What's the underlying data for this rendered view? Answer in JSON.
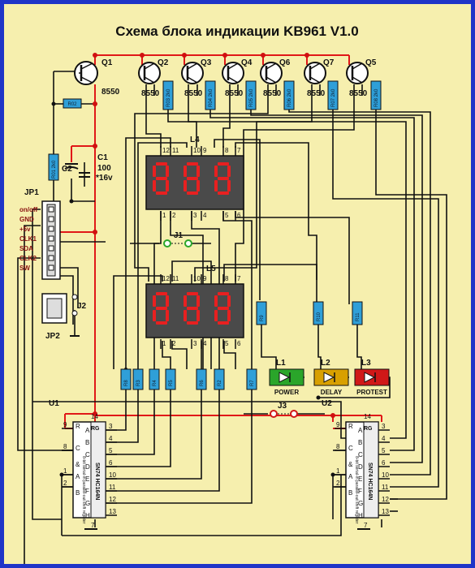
{
  "title": "Схема блока индикации KB961  V1.0",
  "transistors": [
    {
      "ref": "Q1",
      "type": "8550"
    },
    {
      "ref": "Q2",
      "type": "8550"
    },
    {
      "ref": "Q3",
      "type": "8550"
    },
    {
      "ref": "Q4",
      "type": "8550"
    },
    {
      "ref": "Q6",
      "type": "8550"
    },
    {
      "ref": "Q7",
      "type": "8550"
    },
    {
      "ref": "Q5",
      "type": "8550"
    }
  ],
  "base_resistors": [
    "R03 2k0",
    "R04 2k0",
    "R05 2k0",
    "R06 2k0",
    "R07 2k0",
    "R08 2k0"
  ],
  "r01": "R01 2k0",
  "r02": "R02",
  "c1": {
    "ref": "C1",
    "value": "100",
    "voltage": "*16v"
  },
  "c2": "C2",
  "jp1": {
    "ref": "JP1",
    "pins": [
      "on/off",
      "GND",
      "+5v",
      "CLK1",
      "SDA",
      "CLK2",
      "SW"
    ]
  },
  "jp2": "JP2",
  "j1": "J1",
  "j2": "J2",
  "j3": "J3",
  "l4": {
    "ref": "L4",
    "top_pins": [
      "12",
      "11",
      "10",
      "9",
      "8",
      "7"
    ],
    "bottom_pins": [
      "1",
      "2",
      "3",
      "4",
      "5",
      "6"
    ],
    "digits": [
      "8",
      "8",
      "8"
    ]
  },
  "l5": {
    "ref": "L5",
    "top_pins": [
      "12",
      "11",
      "10",
      "9",
      "8",
      "7"
    ],
    "bottom_pins": [
      "1",
      "2",
      "3",
      "4",
      "5",
      "6"
    ],
    "digits": [
      "8",
      "8",
      "8"
    ]
  },
  "segment_resistors": [
    "R8",
    "R3",
    "R4",
    "R5",
    "R6",
    "R2",
    "R7"
  ],
  "led_resistors": [
    "R9",
    "R10",
    "R11"
  ],
  "leds": [
    {
      "ref": "L1",
      "label": "POWER",
      "color": "#2aa52a"
    },
    {
      "ref": "L2",
      "label": "DELAY",
      "color": "#d8a000"
    },
    {
      "ref": "L3",
      "label": "PROTEST",
      "color": "#d01818"
    }
  ],
  "u1": {
    "ref": "U1",
    "chip": "SN74 HC164N",
    "subtitle": "8-bit serial-in parallel-out shift register",
    "rg": "RG",
    "left_pins": [
      "9",
      "8",
      "1",
      "2"
    ],
    "left_names": [
      "R",
      "C",
      "&",
      "A",
      "B"
    ],
    "right_pins": [
      "3",
      "4",
      "5",
      "6",
      "10",
      "11",
      "12",
      "13"
    ],
    "right_names": [
      "A",
      "B",
      "C",
      "D",
      "E",
      "F",
      "G",
      "H"
    ],
    "vcc": "14",
    "gnd": "7"
  },
  "u2": {
    "ref": "U2",
    "chip": "SN74 HC164N",
    "subtitle": "8-bit serial-in parallel-out shift register",
    "rg": "RG",
    "left_pins": [
      "9",
      "8",
      "1",
      "2"
    ],
    "left_names": [
      "R",
      "C",
      "&",
      "A",
      "B"
    ],
    "right_pins": [
      "3",
      "4",
      "5",
      "6",
      "10",
      "11",
      "12",
      "13"
    ],
    "right_names": [
      "A",
      "B",
      "C",
      "D",
      "E",
      "F",
      "G",
      "H"
    ],
    "vcc": "14",
    "gnd": "7"
  },
  "colors": {
    "frame": "#1f35c8",
    "background": "#f6efae",
    "wire": "#111111",
    "power_wire": "#e01818",
    "resistor": "#2f9fd8",
    "display": "#4a4a4a",
    "segment": "#e82020"
  }
}
